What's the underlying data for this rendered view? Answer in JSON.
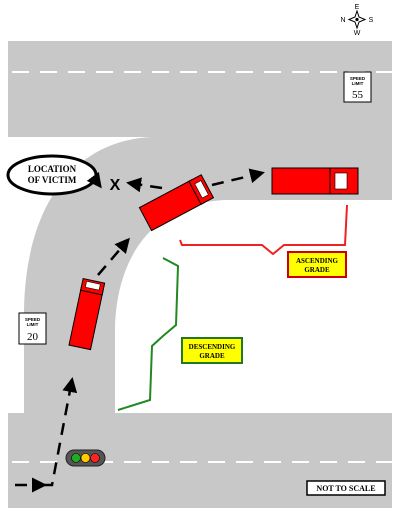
{
  "compass": {
    "north": "N",
    "south": "S",
    "east": "E",
    "west": "W"
  },
  "victim_label": {
    "line1": "LOCATION",
    "line2": "OF VICTIM"
  },
  "victim_marker": "X",
  "speed_sign_top": {
    "line1": "SPEED",
    "line2": "LIMIT",
    "value": "55"
  },
  "speed_sign_left": {
    "line1": "SPEED",
    "line2": "LIMIT",
    "value": "20"
  },
  "ascending_label": {
    "line1": "ASCENDING",
    "line2": "GRADE"
  },
  "descending_label": {
    "line1": "DESCENDING",
    "line2": "GRADE"
  },
  "scale_note": "NOT TO SCALE",
  "colors": {
    "road": "#c8c8c8",
    "truck": "#ff0000",
    "ascending_bracket": "#ee2222",
    "descending_bracket": "#228822",
    "label_fill": "#ffff00",
    "traffic_red": "#ff2222",
    "traffic_yellow": "#ffcc00",
    "traffic_green": "#22aa22"
  }
}
